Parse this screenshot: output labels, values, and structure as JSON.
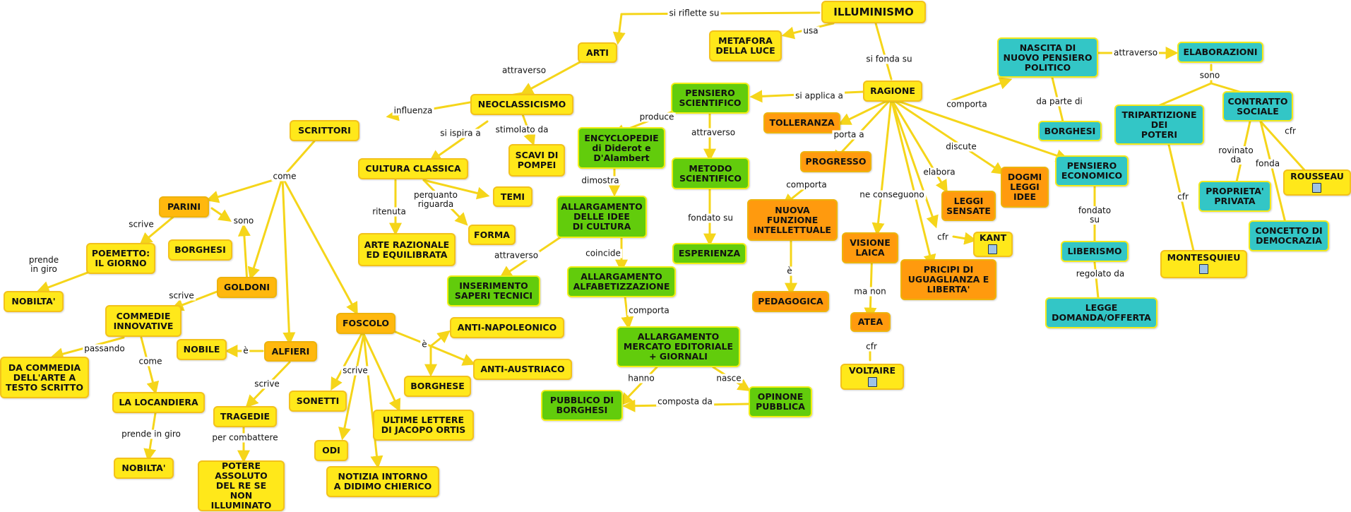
{
  "nodes": {
    "illuminismo": "ILLUMINISMO",
    "metafora": "METAFORA\nDELLA LUCE",
    "arti": "ARTI",
    "neoclassicismo": "NEOCLASSICISMO",
    "scrittori": "SCRITTORI",
    "cultura_classica": "CULTURA CLASSICA",
    "scavi": "SCAVI DI\nPOMPEI",
    "temi": "TEMI",
    "forma": "FORMA",
    "arte_razionale": "ARTE RAZIONALE\nED EQUILIBRATA",
    "parini": "PARINI",
    "borghesi_1": "BORGHESI",
    "poemetto": "POEMETTO:\nIL GIORNO",
    "nobilta_1": "NOBILTA'",
    "goldoni": "GOLDONI",
    "commedie": "COMMEDIE\nINNOVATIVE",
    "da_commedia": "DA COMMEDIA\nDELL'ARTE A\nTESTO SCRITTO",
    "la_locandiera": "LA LOCANDIERA",
    "nobilta_2": "NOBILTA'",
    "nobile": "NOBILE",
    "alfieri": "ALFIERI",
    "tragedie": "TRAGEDIE",
    "potere": "POTERE\nASSOLUTO\nDEL RE SE NON\nILLUMINATO",
    "foscolo": "FOSCOLO",
    "sonetti": "SONETTI",
    "odi": "ODI",
    "notizia": "NOTIZIA INTORNO\nA DIDIMO CHIERICO",
    "ultime_lettere": "ULTIME LETTERE\nDI JACOPO ORTIS",
    "borghese": "BORGHESE",
    "anti_napoleonico": "ANTI-NAPOLEONICO",
    "anti_austriaco": "ANTI-AUSTRIACO",
    "pensiero_scientifico": "PENSIERO\nSCIENTIFICO",
    "encyclopedie": "ENCYCLOPEDIE\ndi Diderot e\nD'Alambert",
    "metodo": "METODO\nSCIENTIFICO",
    "esperienza": "ESPERIENZA",
    "allargamento_idee": "ALLARGAMENTO\nDELLE IDEE\nDI CULTURA",
    "inserimento": "INSERIMENTO\nSAPERI TECNICI",
    "alfabetizzazione": "ALLARGAMENTO\nALFABETIZZAZIONE",
    "mercato": "ALLARGAMENTO\nMERCATO EDITORIALE\n+ GIORNALI",
    "pubblico": "PUBBLICO DI\nBORGHESI",
    "opinione": "OPINONE\nPUBBLICA",
    "ragione": "RAGIONE",
    "tolleranza": "TOLLERANZA",
    "progresso": "PROGRESSO",
    "nuova_funzione": "NUOVA\nFUNZIONE\nINTELLETTUALE",
    "pedagogica": "PEDAGOGICA",
    "visione_laica": "VISIONE\nLAICA",
    "atea": "ATEA",
    "voltaire": "VOLTAIRE",
    "pricipi": "PRICIPI DI\nUGUAGLIANZA E\nLIBERTA'",
    "leggi_sensate": "LEGGI\nSENSATE",
    "dogmi": "DOGMI\nLEGGI\nIDEE",
    "kant": "KANT",
    "nascita": "NASCITA DI\nNUOVO PENSIERO\nPOLITICO",
    "borghesi_2": "BORGHESI",
    "elaborazioni": "ELABORAZIONI",
    "tripartizione": "TRIPARTIZIONE\nDEI\nPOTERI",
    "contratto": "CONTRATTO\nSOCIALE",
    "rousseau": "ROUSSEAU",
    "proprieta": "PROPRIETA'\nPRIVATA",
    "concetto": "CONCETTO DI\nDEMOCRAZIA",
    "montesquieu": "MONTESQUIEU",
    "pensiero_economico": "PENSIERO\nECONOMICO",
    "liberismo": "LIBERISMO",
    "legge_domanda": "LEGGE\nDOMANDA/OFFERTA"
  },
  "links": {
    "si_riflette_su": "si riflette su",
    "usa": "usa",
    "si_fonda_su": "si fonda su",
    "attraverso_arti": "attraverso",
    "influenza": "influenza",
    "si_ispira_a": "si ispira a",
    "stimolato_da": "stimolato da",
    "perquanto": "perquanto\nriguarda",
    "ritenuta": "ritenuta",
    "come_1": "come",
    "sono": "sono",
    "scrive_parini": "scrive",
    "prende_in_giro_1": "prende\nin giro",
    "scrive_goldoni": "scrive",
    "passando": "passando",
    "come_2": "come",
    "prende_in_giro_2": "prende in giro",
    "e_alfieri": "è",
    "scrive_alfieri": "scrive",
    "per_combattere": "per combattere",
    "scrive_foscolo": "scrive",
    "e_foscolo": "è",
    "si_applica_a": "si applica a",
    "produce": "produce",
    "attraverso_ps": "attraverso",
    "dimostra": "dimostra",
    "fondato_su_1": "fondato su",
    "attraverso_idee": "attraverso",
    "coincide": "coincide",
    "comporta_1": "comporta",
    "hanno": "hanno",
    "nasce": "nasce",
    "composta_da": "composta da",
    "porta_a": "porta a",
    "comporta_2": "comporta",
    "e_pedagogica": "è",
    "ne_conseguono": "ne conseguono",
    "ma_non": "ma non",
    "cfr_voltaire": "cfr",
    "elabora": "elabora",
    "discute": "discute",
    "cfr_kant": "cfr",
    "comporta_3": "comporta",
    "da_parte_di": "da parte di",
    "attraverso_nascita": "attraverso",
    "sono_elab": "sono",
    "cfr_montesquieu": "cfr",
    "rovinato_da": "rovinato\nda",
    "fonda": "fonda",
    "cfr_rousseau": "cfr",
    "fondato_su_2": "fondato\nsu",
    "regolato_da": "regolato da"
  },
  "colors": {
    "yellow": "#ffe81a",
    "orange": "#ff9a0e",
    "green": "#62cc0c",
    "teal": "#33c6c6",
    "edge": "#f5d51a"
  },
  "icons": [
    "document-icon"
  ]
}
